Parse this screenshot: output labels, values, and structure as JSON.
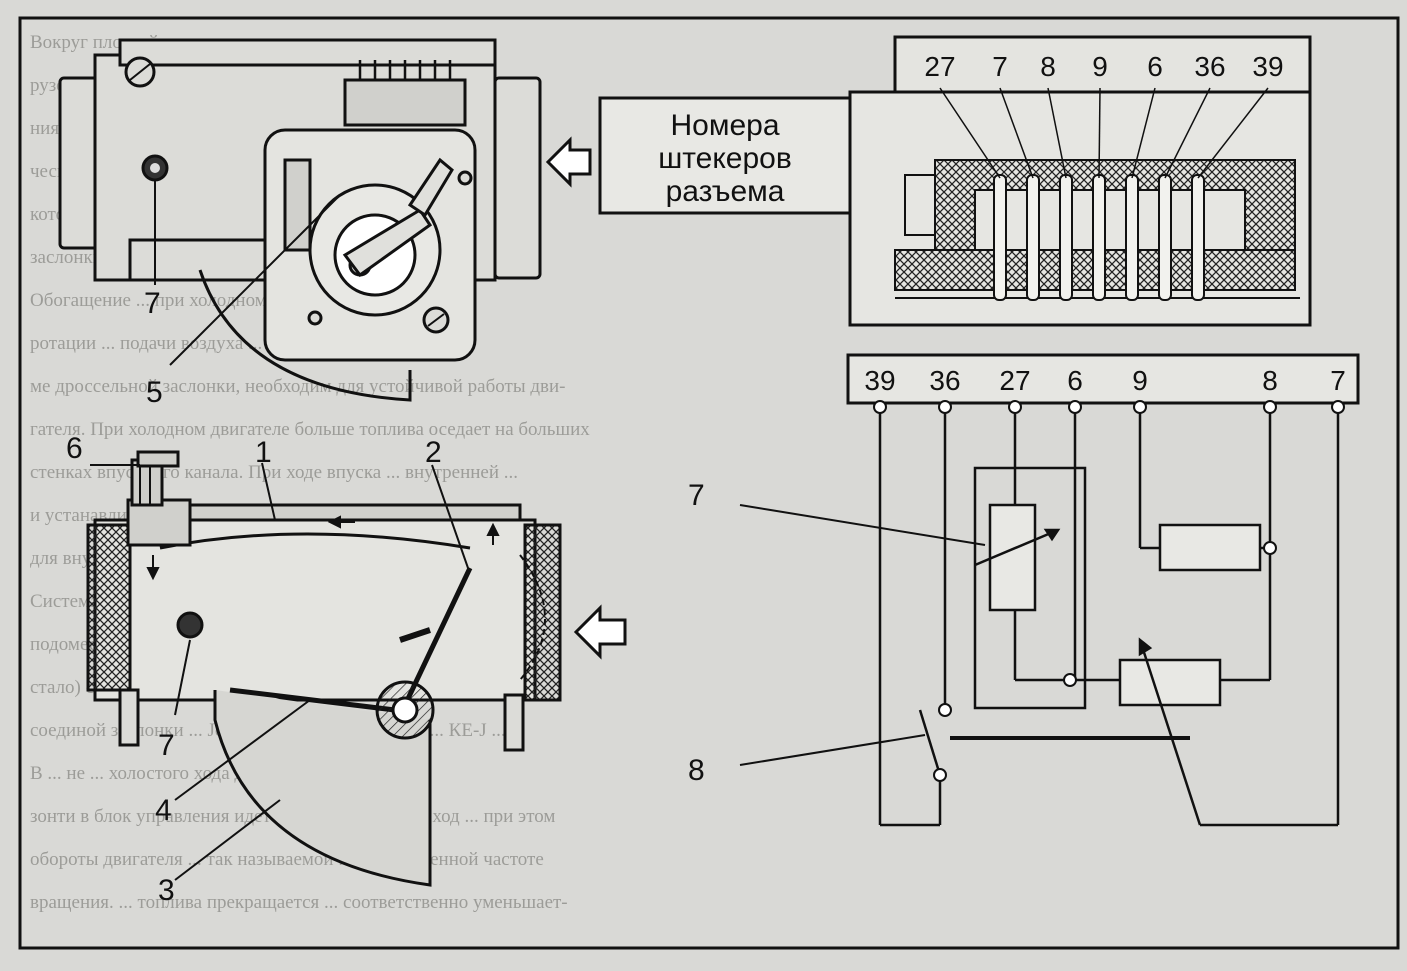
{
  "connector": {
    "caption_lines": [
      "Номера",
      "штекеров",
      "разъема"
    ],
    "top_pins": [
      "27",
      "7",
      "8",
      "9",
      "6",
      "36",
      "39"
    ],
    "bottom_pins": [
      "39",
      "36",
      "27",
      "6",
      "9",
      "8",
      "7"
    ]
  },
  "callouts": {
    "top_sensor_7": "7",
    "top_sensor_5": "5",
    "screw_6": "6",
    "item_1": "1",
    "item_2": "2",
    "item_4": "4",
    "item_3": "3",
    "lower_7": "7",
    "circuit_7": "7",
    "circuit_8": "8"
  },
  "background_text": [
    "Вокруг плоской поверхности, размещается ...",
    "рузок ... дросс... заслонкой ... объема ...",
    "ния, обеспечивает минимально ... рассеяния ... ствует ...",
    "ческие ... заслонки ... Описание ...",
    "котором ... точек ... воздушных ...",
    "заслонки ... прижимается к корпусу ...",
    "Обогащение ... при холодном двигателе ...",
    "ротации ... подачи воздуха ... каналах, кро-",
    "ме дроссельной заслонки, необходим для устойчивой работы дви-",
    "гателя. При холодном двигателе больше топлива оседает на больших",
    "стенках впускного канала. При ходе впуска ... внутренней ...",
    "и устанавливаются в ... ной патрубке ... этом ...",
    "для внутреннего ... двигателя за счет ... части топлива",
    "Система холостого хода ... Jetronic ... воздуха ... канала ...",
    "подомест воздуха ... В этом клапане ... кольцевой ...",
    "стало) смеси ... по СО-регулировки. ... ных ...",
    "соединой заслонки ... Jetronic ... как и в системах ... КЕ-J ...",
    "В ... не ... холостого хода дроссельная ...",
    "зонти в блок управления идет сигнал ... холостой ход ... при этом",
    "обороты двигателя ... так называемой ... установленной частоте",
    "вращения. ... топлива прекращается ... соответственно уменьшает-"
  ]
}
